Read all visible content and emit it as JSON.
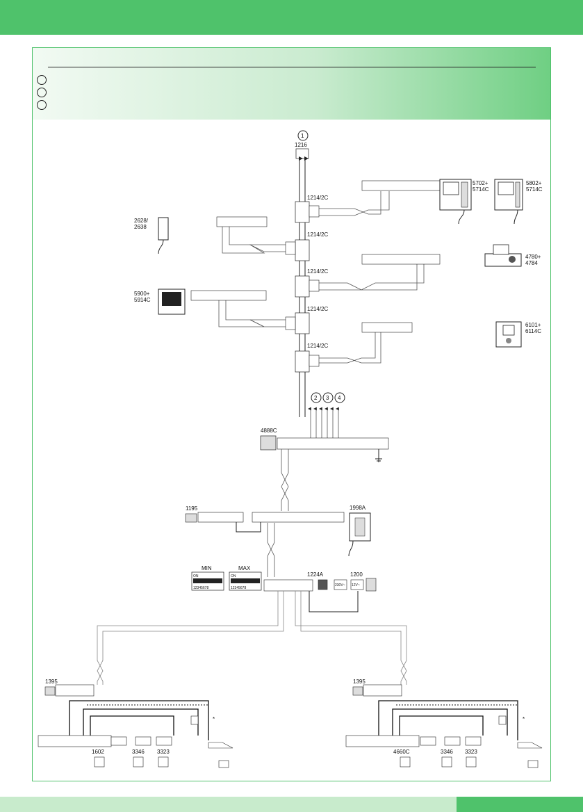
{
  "page": {
    "accent_color": "#4fc26b",
    "footer_light_color": "#c8ebcc"
  },
  "diagram": {
    "markers": [
      "1",
      "2",
      "3",
      "4"
    ],
    "labels": {
      "top_module": "1216",
      "distributor": "1214/2C",
      "handset_a": "2628/\n2638",
      "monitor_a": "5900+\n5914C",
      "monitor_b": "5702+\n5714C",
      "monitor_c": "5802+\n5714C",
      "console": "4780+\n4784",
      "videophone": "6101+\n6114C",
      "interface": "4888C",
      "relay": "1195",
      "phone": "1998A",
      "dip_min": "MIN",
      "dip_max": "MAX",
      "dip_on": "ON",
      "dip_digits": "12345678",
      "module_1224": "1224A",
      "psu": "1200",
      "psu_in": "230V~",
      "psu_out": "12V~",
      "left_relay": "1395",
      "right_relay": "1395",
      "left_panel": "1602",
      "right_panel": "4660C",
      "button_module": "3346",
      "keypad_module": "3323",
      "star_note": "*"
    }
  }
}
